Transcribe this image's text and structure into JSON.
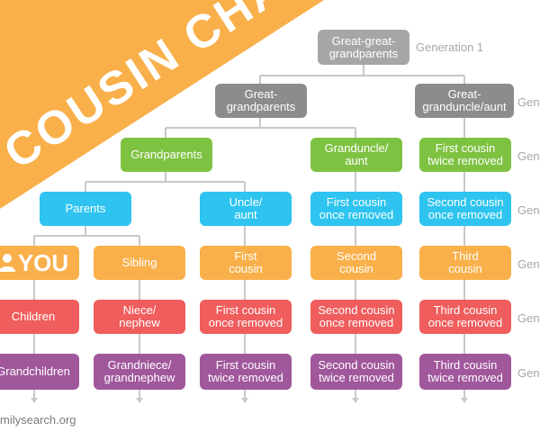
{
  "banner": {
    "title": "COUSIN CHART",
    "color": "#f9b04a"
  },
  "footer": {
    "text": "milysearch.org"
  },
  "colors": {
    "gray": "#a6a6a6",
    "darkgray": "#8c8c8c",
    "green": "#7ec242",
    "blue": "#2ec4ef",
    "orange": "#f9b04a",
    "red": "#ef5d5d",
    "purple": "#a0579b",
    "connector": "#c8c8c8"
  },
  "generations": {
    "gen1": "Generation 1",
    "gen2": "Gen",
    "gen3": "Gen",
    "gen4": "Gen",
    "gen5": "Gen",
    "gen6": "Gen",
    "gen7": "Gen"
  },
  "nodes": {
    "great_great_grandparents": "Great-great-\ngrandparents",
    "great_grandparents": "Great-\ngrandparents",
    "great_granduncle_aunt": "Great-\ngranduncle/aunt",
    "grandparents": "Grandparents",
    "granduncle_aunt": "Granduncle/\naunt",
    "first_cousin_twice_removed_top": "First cousin\ntwice removed",
    "parents": "Parents",
    "uncle_aunt": "Uncle/\naunt",
    "first_cousin_once_removed_top": "First cousin\nonce removed",
    "second_cousin_once_removed_top": "Second cousin\nonce removed",
    "you": "YOU",
    "sibling": "Sibling",
    "first_cousin": "First\ncousin",
    "second_cousin": "Second\ncousin",
    "third_cousin": "Third\ncousin",
    "children": "Children",
    "niece_nephew": "Niece/\nnephew",
    "first_cousin_once_removed_bottom": "First cousin\nonce removed",
    "second_cousin_once_removed_bottom": "Second cousin\nonce removed",
    "third_cousin_once_removed": "Third cousin\nonce removed",
    "grandchildren": "Grandchildren",
    "grandniece_grandnephew": "Grandniece/\ngrandnephew",
    "first_cousin_twice_removed_bottom": "First cousin\ntwice removed",
    "second_cousin_twice_removed": "Second cousin\ntwice removed",
    "third_cousin_twice_removed": "Third cousin\ntwice removed"
  }
}
